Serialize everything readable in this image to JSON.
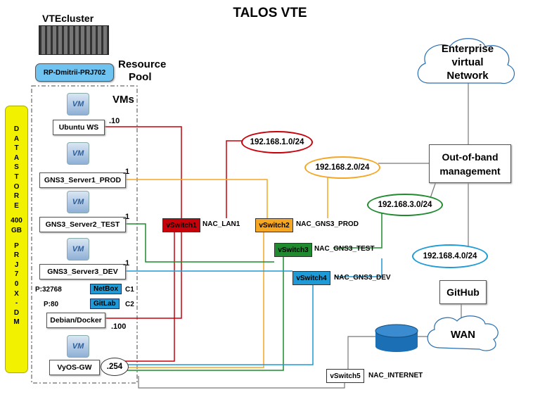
{
  "title": "TALOS VTE",
  "cluster": {
    "name": "VTEcluster",
    "resource_pool_name": "RP-Dmitrii-PRJ702",
    "resource_pool_label_1": "Resource",
    "resource_pool_label_2": "Pool"
  },
  "vms_label": "VMs",
  "vm_icon": "VM",
  "datastore": {
    "letters": [
      "D",
      "A",
      "T",
      "A",
      "S",
      "T",
      "O",
      "R",
      "E",
      "",
      "400",
      "GB",
      "",
      "P",
      "R",
      "J",
      "7",
      "0",
      "X",
      "-",
      "D",
      "M"
    ]
  },
  "hosts": [
    {
      "name": "Ubuntu WS",
      "ip": ".10"
    },
    {
      "name": "GNS3_Server1_PROD",
      "ip": ".1"
    },
    {
      "name": "GNS3_Server2_TEST",
      "ip": ".1"
    },
    {
      "name": "GNS3_Server3_DEV",
      "ip": ".1"
    },
    {
      "name": "Debian/Docker",
      "ip": ".100"
    },
    {
      "name": "VyOS-GW",
      "ip": ".254"
    }
  ],
  "docker_services": [
    {
      "port": "P:32768",
      "name": "NetBox",
      "container": "C1"
    },
    {
      "port": "P:80",
      "name": "GitLab",
      "container": "C2"
    }
  ],
  "vswitches": [
    {
      "name": "vSwitch1",
      "net": "NAC_LAN1",
      "color": "#c8000a"
    },
    {
      "name": "vSwitch2",
      "net": "NAC_GNS3_PROD",
      "color": "#f5a623"
    },
    {
      "name": "vSwitch3",
      "net": "NAC_GNS3_TEST",
      "color": "#1f8a2e"
    },
    {
      "name": "vSwitch4",
      "net": "NAC_GNS3_DEV",
      "color": "#1e9ad6"
    },
    {
      "name": "vSwitch5",
      "net": "NAC_INTERNET",
      "color": "#ffffff"
    }
  ],
  "subnets": [
    {
      "cidr": "192.168.1.0/24",
      "color": "#c8000a"
    },
    {
      "cidr": "192.168.2.0/24",
      "color": "#f5a623"
    },
    {
      "cidr": "192.168.3.0/24",
      "color": "#1f8a2e"
    },
    {
      "cidr": "192.168.4.0/24",
      "color": "#1e9ad6"
    }
  ],
  "cloud_enterprise": [
    "Enterprise",
    "virtual",
    "Network"
  ],
  "oob": [
    "Out-of-band",
    "management"
  ],
  "github": "GitHub",
  "wan": "WAN"
}
